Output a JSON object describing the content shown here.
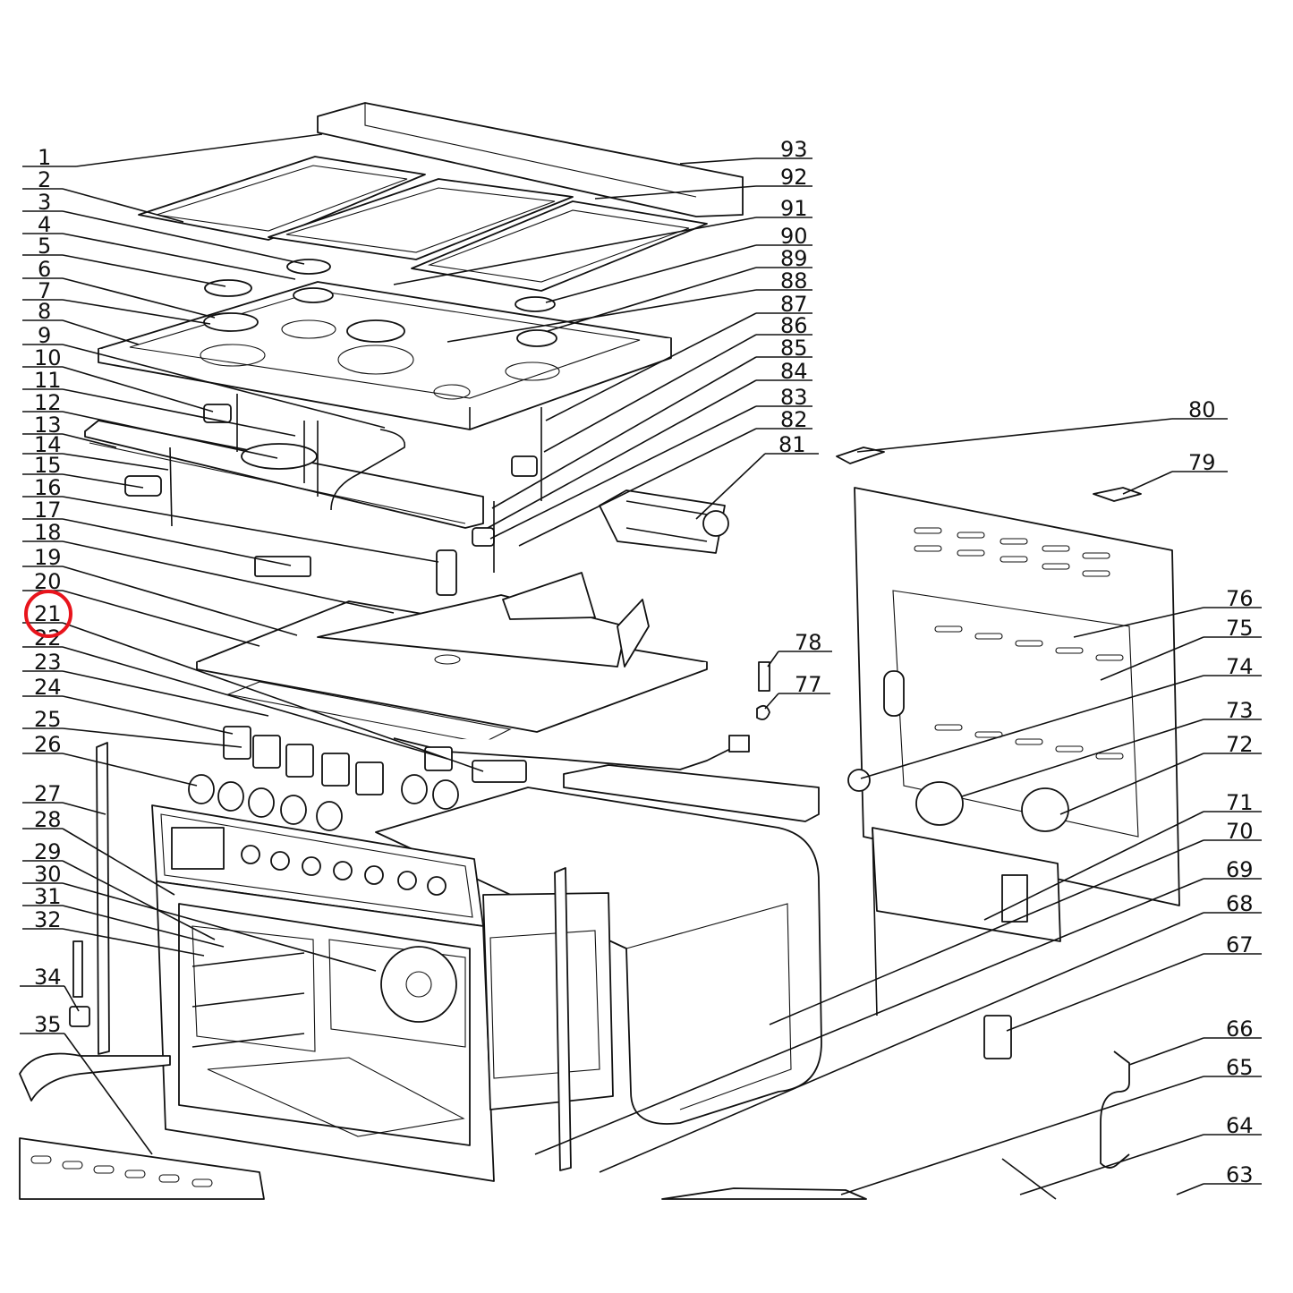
{
  "diagram": {
    "type": "exploded parts diagram",
    "highlight": {
      "label": "21",
      "color": "#e8141c"
    },
    "labels_left": [
      "1",
      "2",
      "3",
      "4",
      "5",
      "6",
      "7",
      "8",
      "9",
      "10",
      "11",
      "12",
      "13",
      "14",
      "15",
      "16",
      "17",
      "18",
      "19",
      "20",
      "21",
      "22",
      "23",
      "24",
      "25",
      "26",
      "27",
      "28",
      "29",
      "30",
      "31",
      "32",
      "34",
      "35"
    ],
    "labels_right": [
      "93",
      "92",
      "91",
      "90",
      "89",
      "88",
      "87",
      "86",
      "85",
      "84",
      "83",
      "82",
      "81",
      "80",
      "79",
      "76",
      "75",
      "74",
      "73",
      "72",
      "71",
      "70",
      "69",
      "68",
      "67",
      "66",
      "65",
      "64",
      "63",
      "78",
      "77"
    ]
  }
}
